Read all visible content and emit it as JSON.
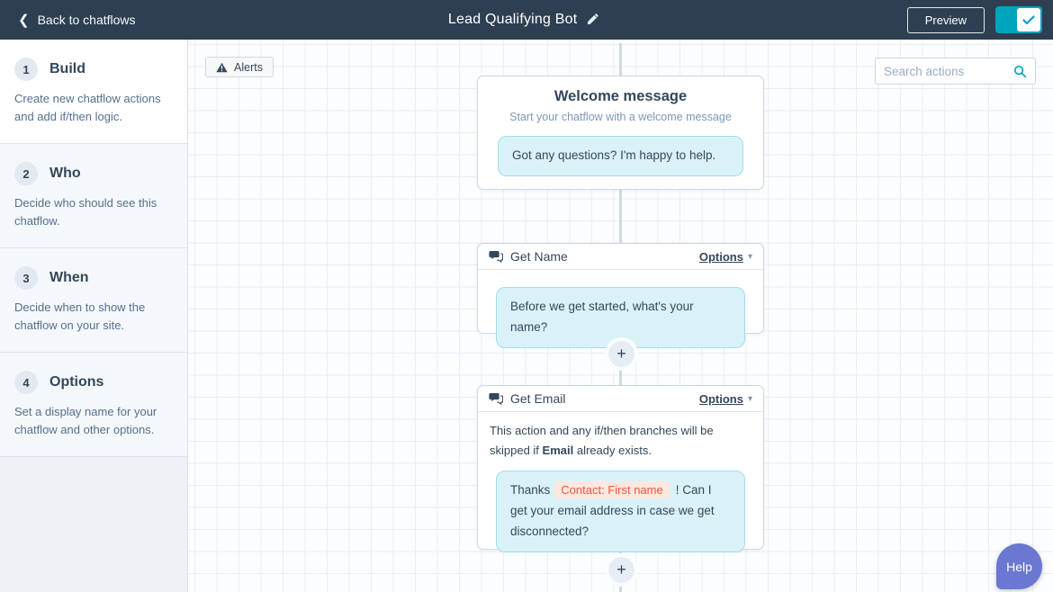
{
  "topbar": {
    "back_label": "Back to chatflows",
    "title": "Lead Qualifying Bot",
    "preview_label": "Preview",
    "status_toggle": "on"
  },
  "sidebar": {
    "steps": [
      {
        "num": "1",
        "title": "Build",
        "desc": "Create new chatflow actions and add if/then logic."
      },
      {
        "num": "2",
        "title": "Who",
        "desc": "Decide who should see this chatflow."
      },
      {
        "num": "3",
        "title": "When",
        "desc": "Decide when to show the chatflow on your site."
      },
      {
        "num": "4",
        "title": "Options",
        "desc": "Set a display name for your chatflow and other options."
      }
    ]
  },
  "canvas": {
    "alerts_label": "Alerts",
    "search_placeholder": "Search actions",
    "welcome": {
      "title": "Welcome message",
      "subtitle": "Start your chatflow with a welcome message",
      "bubble": "Got any questions? I'm happy to help."
    },
    "get_name": {
      "title": "Get Name",
      "options_label": "Options",
      "bubble": "Before we get started, what's your name?"
    },
    "get_email": {
      "title": "Get Email",
      "options_label": "Options",
      "note_prefix": "This action and any if/then branches will be skipped if ",
      "note_bold": "Email",
      "note_suffix": " already exists.",
      "bubble_prefix": "Thanks",
      "bubble_token": "Contact: First name",
      "bubble_suffix": "! Can I get your email address in case we get disconnected?"
    }
  },
  "help_label": "Help",
  "icons": {
    "back_chevron": "❮",
    "caret_down": "▾",
    "plus": "+"
  },
  "colors": {
    "topbar_navy": "#2e3f52",
    "accent_teal": "#00a4bd",
    "text_navy": "#33475b",
    "bubble_cyan": "#d9f2f8",
    "token_orange": "#e8593f",
    "help_purple": "#6a78d1"
  }
}
